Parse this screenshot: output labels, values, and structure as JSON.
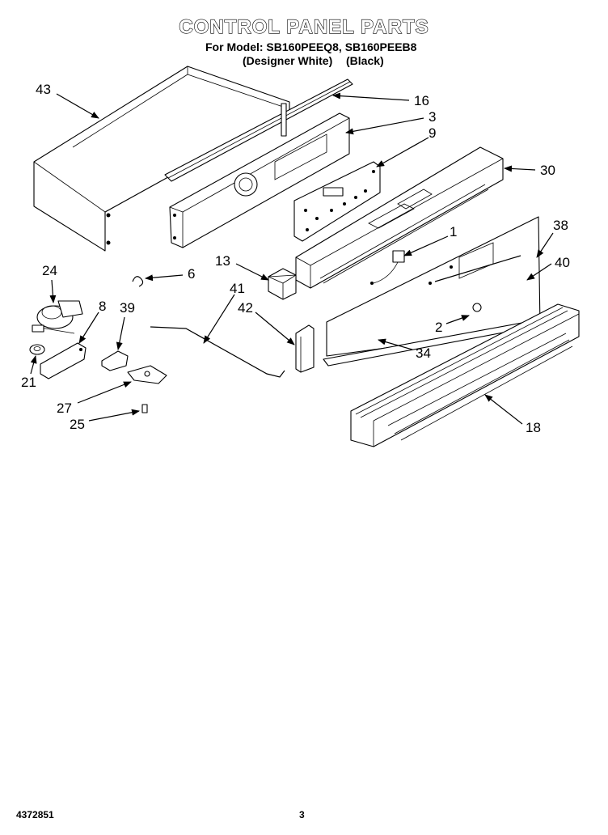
{
  "header": {
    "title": "CONTROL PANEL PARTS",
    "model_line": "For Model: SB160PEEQ8, SB160PEEB8",
    "variant_white": "(Designer White)",
    "variant_black": "(Black)"
  },
  "parts": {
    "p43": "43",
    "p16": "16",
    "p3": "3",
    "p9": "9",
    "p30": "30",
    "p24": "24",
    "p6": "6",
    "p13": "13",
    "p1": "1",
    "p38": "38",
    "p40": "40",
    "p8": "8",
    "p39": "39",
    "p41": "41",
    "p42": "42",
    "p2": "2",
    "p34": "34",
    "p21": "21",
    "p27": "27",
    "p25": "25",
    "p18": "18"
  },
  "footer": {
    "doc_number": "4372851",
    "page_number": "3"
  }
}
